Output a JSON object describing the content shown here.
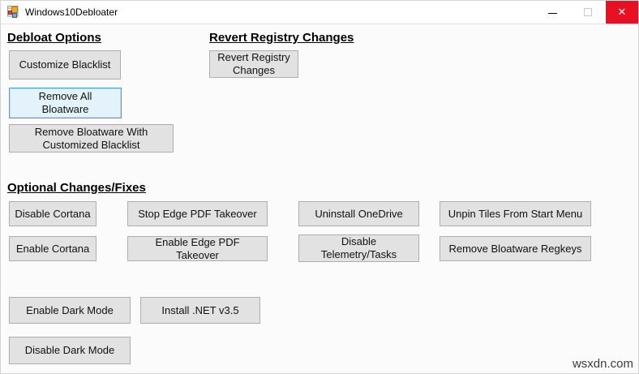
{
  "titlebar": {
    "title": "Windows10Debloater",
    "close_glyph": "✕"
  },
  "colors": {
    "close_button": "#e81123",
    "focused_button_border": "#41a1dc",
    "focused_button_bg": "#e3f2fb",
    "button_bg": "#e2e2e2",
    "button_border": "#aeaeae"
  },
  "debloat_options": {
    "heading": "Debloat Options",
    "customize_blacklist": "Customize Blacklist",
    "remove_all_bloatware": "Remove All Bloatware",
    "remove_bloatware_custom": "Remove Bloatware With Customized Blacklist"
  },
  "revert_registry": {
    "heading": "Revert Registry Changes",
    "revert_button": "Revert Registry Changes"
  },
  "optional_changes": {
    "heading": "Optional Changes/Fixes",
    "disable_cortana": "Disable Cortana",
    "stop_edge_pdf": "Stop Edge PDF Takeover",
    "uninstall_onedrive": "Uninstall OneDrive",
    "unpin_tiles": "Unpin Tiles From Start Menu",
    "enable_cortana": "Enable Cortana",
    "enable_edge_pdf": "Enable Edge PDF Takeover",
    "disable_telemetry": "Disable Telemetry/Tasks",
    "remove_regkeys": "Remove Bloatware Regkeys",
    "enable_dark_mode": "Enable Dark Mode",
    "install_net": "Install .NET v3.5",
    "disable_dark_mode": "Disable Dark Mode"
  },
  "watermark": "wsxdn.com"
}
